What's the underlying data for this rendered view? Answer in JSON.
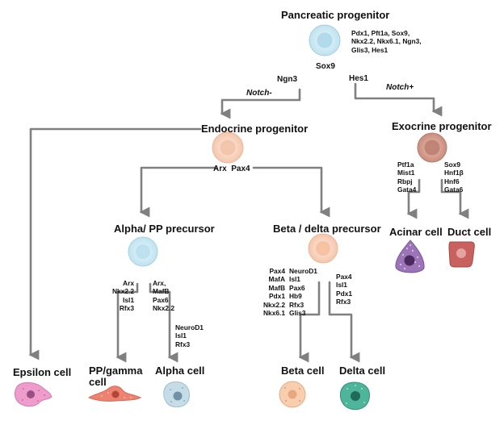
{
  "nodes": {
    "pancreatic": "Pancreatic progenitor",
    "endocrine": "Endocrine progenitor",
    "exocrine": "Exocrine progenitor",
    "alpha_pp": "Alpha/ PP precursor",
    "beta_delta": "Beta / delta precursor",
    "acinar": "Acinar cell",
    "duct": "Duct cell",
    "epsilon": "Epsilon cell",
    "pp_gamma_1": "PP/gamma",
    "pp_gamma_2": "cell",
    "alpha": "Alpha cell",
    "beta": "Beta cell",
    "delta": "Delta cell"
  },
  "genes": {
    "pancreatic": [
      "Pdx1, Pft1a, Sox9,",
      "Nkx2.2, Nkx6.1, Ngn3,",
      "Glis3, Hes1"
    ],
    "sox9": "Sox9",
    "ngn3": "Ngn3",
    "hes1": "Hes1",
    "notch_minus": "Notch-",
    "notch_plus": "Notch+",
    "arx_pax4": "Arx  Pax4",
    "acinar": [
      "Ptf1a",
      "Mist1",
      "Rbpj",
      "Gata4"
    ],
    "duct": [
      "Sox9",
      "Hnf1β",
      "Hnf6",
      "Gata6"
    ],
    "pp_gamma": [
      "Arx",
      "Nkx2.2",
      "Isl1",
      "Rfx3"
    ],
    "alpha_a": [
      "Arx,",
      "MafB",
      "Pax6",
      "Nkx2.2"
    ],
    "alpha_b": [
      "NeuroD1",
      "Isl1",
      "Rfx3"
    ],
    "beta_a": [
      "Pax4",
      "MafA",
      "MafB",
      "Pdx1",
      "Nkx2.2",
      "Nkx6.1"
    ],
    "beta_b": [
      "NeuroD1",
      "Isl1",
      "Pax6",
      "Hb9",
      "Rfx3",
      "Glis3"
    ],
    "delta": [
      "Pax4",
      "Isl1",
      "Pdx1",
      "Rfx3"
    ]
  },
  "colors": {
    "arrow": "#808080",
    "pancreatic_cell": "#d4ecf5",
    "endocrine_cell": "#f8d8c9",
    "exocrine_cell": "#d9a79a",
    "alpha_pp_cell": "#d8eef6",
    "beta_delta_cell": "#f9d6bf",
    "acinar_cell": "#9c74b8",
    "duct_cell": "#c9615f",
    "epsilon_cell": "#ee9ccc",
    "pp_gamma_cell": "#ee8270",
    "alpha_cell": "#c6dde7",
    "beta_cell": "#f8cfae",
    "delta_cell": "#4fb59a"
  }
}
